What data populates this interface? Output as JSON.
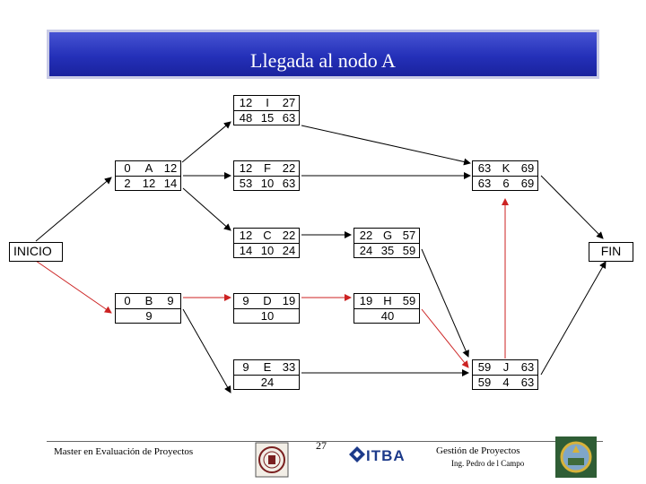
{
  "title": "Llegada al nodo A",
  "nodes": {
    "A": {
      "es": "0",
      "name": "A",
      "ef": "12",
      "ls": "2",
      "dur": "12",
      "lf": "14"
    },
    "I": {
      "es": "12",
      "name": "I",
      "ef": "27",
      "ls": "48",
      "dur": "15",
      "lf": "63"
    },
    "F": {
      "es": "12",
      "name": "F",
      "ef": "22",
      "ls": "53",
      "dur": "10",
      "lf": "63"
    },
    "K": {
      "es": "63",
      "name": "K",
      "ef": "69",
      "ls": "63",
      "dur": "6",
      "lf": "69"
    },
    "C": {
      "es": "12",
      "name": "C",
      "ef": "22",
      "ls": "14",
      "dur": "10",
      "lf": "24"
    },
    "G": {
      "es": "22",
      "name": "G",
      "ef": "57",
      "ls": "24",
      "dur": "35",
      "lf": "59"
    },
    "B": {
      "es": "0",
      "name": "B",
      "ef": "9",
      "ls": "",
      "dur": "9",
      "lf": ""
    },
    "D": {
      "es": "9",
      "name": "D",
      "ef": "19",
      "ls": "",
      "dur": "10",
      "lf": ""
    },
    "H": {
      "es": "19",
      "name": "H",
      "ef": "59",
      "ls": "",
      "dur": "40",
      "lf": ""
    },
    "E": {
      "es": "9",
      "name": "E",
      "ef": "33",
      "ls": "",
      "dur": "24",
      "lf": ""
    },
    "J": {
      "es": "59",
      "name": "J",
      "ef": "63",
      "ls": "59",
      "dur": "4",
      "lf": "63"
    }
  },
  "start_label": "INICIO",
  "end_label": "FIN",
  "colors": {
    "normal_edge": "#000000",
    "critical_edge": "#cc2222",
    "title_bg": "#2a35bd"
  },
  "footer": {
    "left": "Master en Evaluación de Proyectos",
    "page": "27",
    "logo": "ITBA",
    "right_title": "Gestión de Proyectos",
    "right_author": "Ing. Pedro de l Campo"
  }
}
